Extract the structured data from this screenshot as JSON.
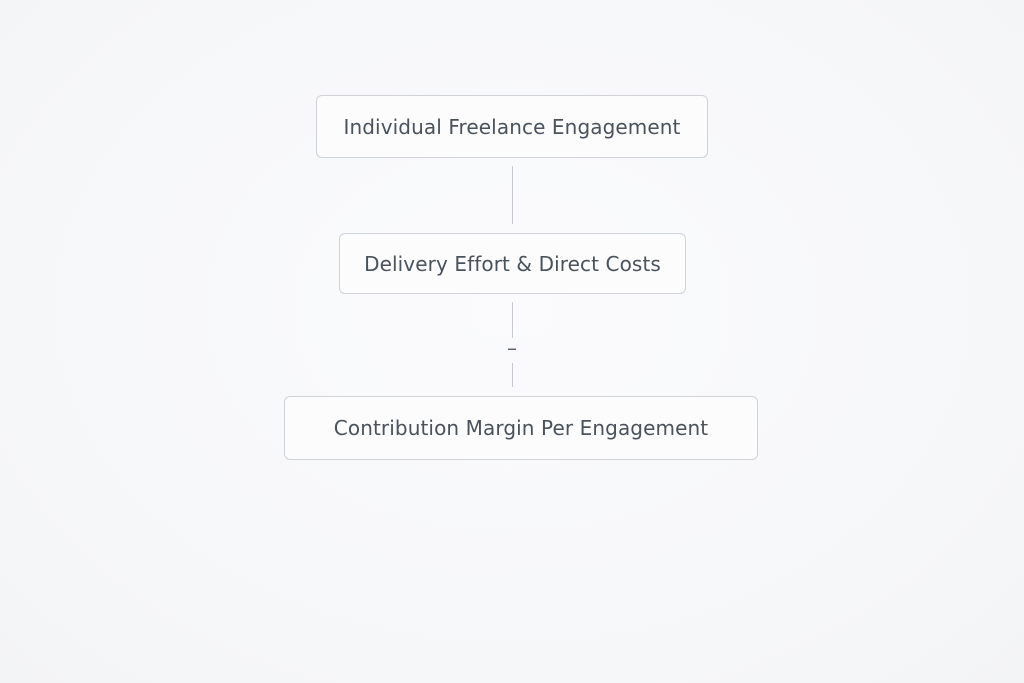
{
  "diagram": {
    "nodes": [
      {
        "id": "n1",
        "label": "Individual Freelance Engagement"
      },
      {
        "id": "n2",
        "label": "Delivery Effort & Direct Costs"
      },
      {
        "id": "n3",
        "label": "Contribution Margin Per Engagement"
      }
    ],
    "edges": [
      {
        "from": "n1",
        "to": "n2",
        "operator": ""
      },
      {
        "from": "n2",
        "to": "n3",
        "operator": "–"
      }
    ]
  }
}
